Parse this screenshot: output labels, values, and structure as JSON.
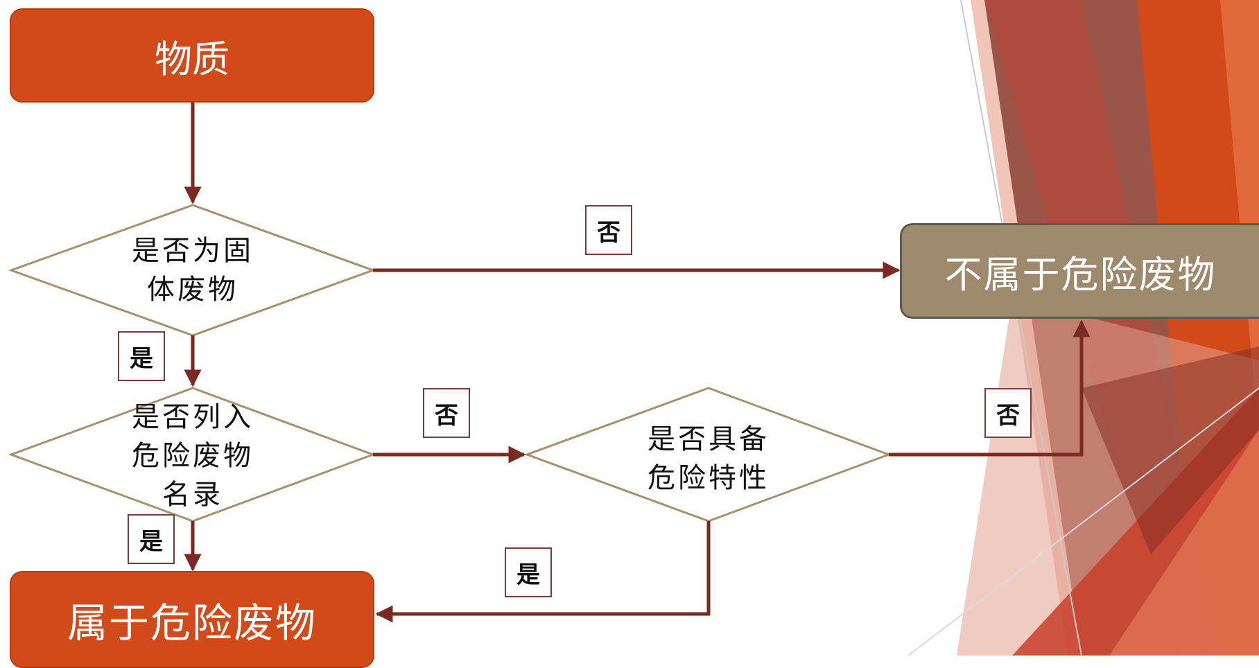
{
  "nodes": {
    "start": "物质",
    "decision_solid": "是否为固体废物",
    "decision_listed": "是否列入危险废物名录",
    "decision_property": "是否具备危险特性",
    "result_not_hazardous": "不属于危险废物",
    "result_hazardous": "属于危险废物"
  },
  "edge_labels": {
    "solid_no": "否",
    "solid_yes": "是",
    "listed_no": "否",
    "listed_yes": "是",
    "property_no": "否",
    "property_yes": "是"
  },
  "colors": {
    "start_fill": "#d2491a",
    "hazard_fill": "#d2491a",
    "not_hazard_fill": "#9d8a6c",
    "arrow": "#7a2a22",
    "diamond_stroke": "#a5926d"
  }
}
